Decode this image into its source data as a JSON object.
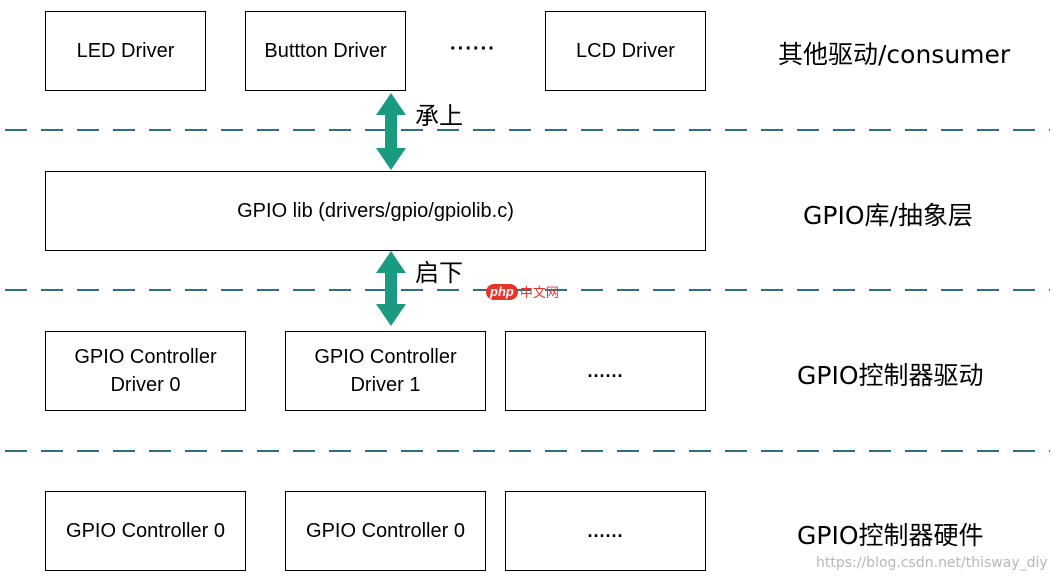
{
  "layers": {
    "consumer": {
      "label": "其他驱动/consumer",
      "boxes": [
        "LED Driver",
        "Buttton Driver",
        "LCD Driver"
      ],
      "ellipsis": "······"
    },
    "gpiolib": {
      "label": "GPIO库/抽象层",
      "box": "GPIO lib (drivers/gpio/gpiolib.c)"
    },
    "controller_driver": {
      "label": "GPIO控制器驱动",
      "boxes": [
        {
          "line1": "GPIO Controller",
          "line2": "Driver 0"
        },
        {
          "line1": "GPIO Controller",
          "line2": "Driver 1"
        }
      ],
      "ellipsis": "......"
    },
    "controller_hw": {
      "label": "GPIO控制器硬件",
      "boxes": [
        "GPIO Controller 0",
        "GPIO Controller 0"
      ],
      "ellipsis": "......"
    }
  },
  "arrows": {
    "upper_label": "承上",
    "lower_label": "启下"
  },
  "colors": {
    "arrow": "#1a9a7e",
    "dash": "#2f6f86",
    "box_border": "#000000"
  },
  "logo": {
    "brand": "php",
    "suffix": "中文网"
  },
  "watermark": "https://blog.csdn.net/thisway_diy"
}
